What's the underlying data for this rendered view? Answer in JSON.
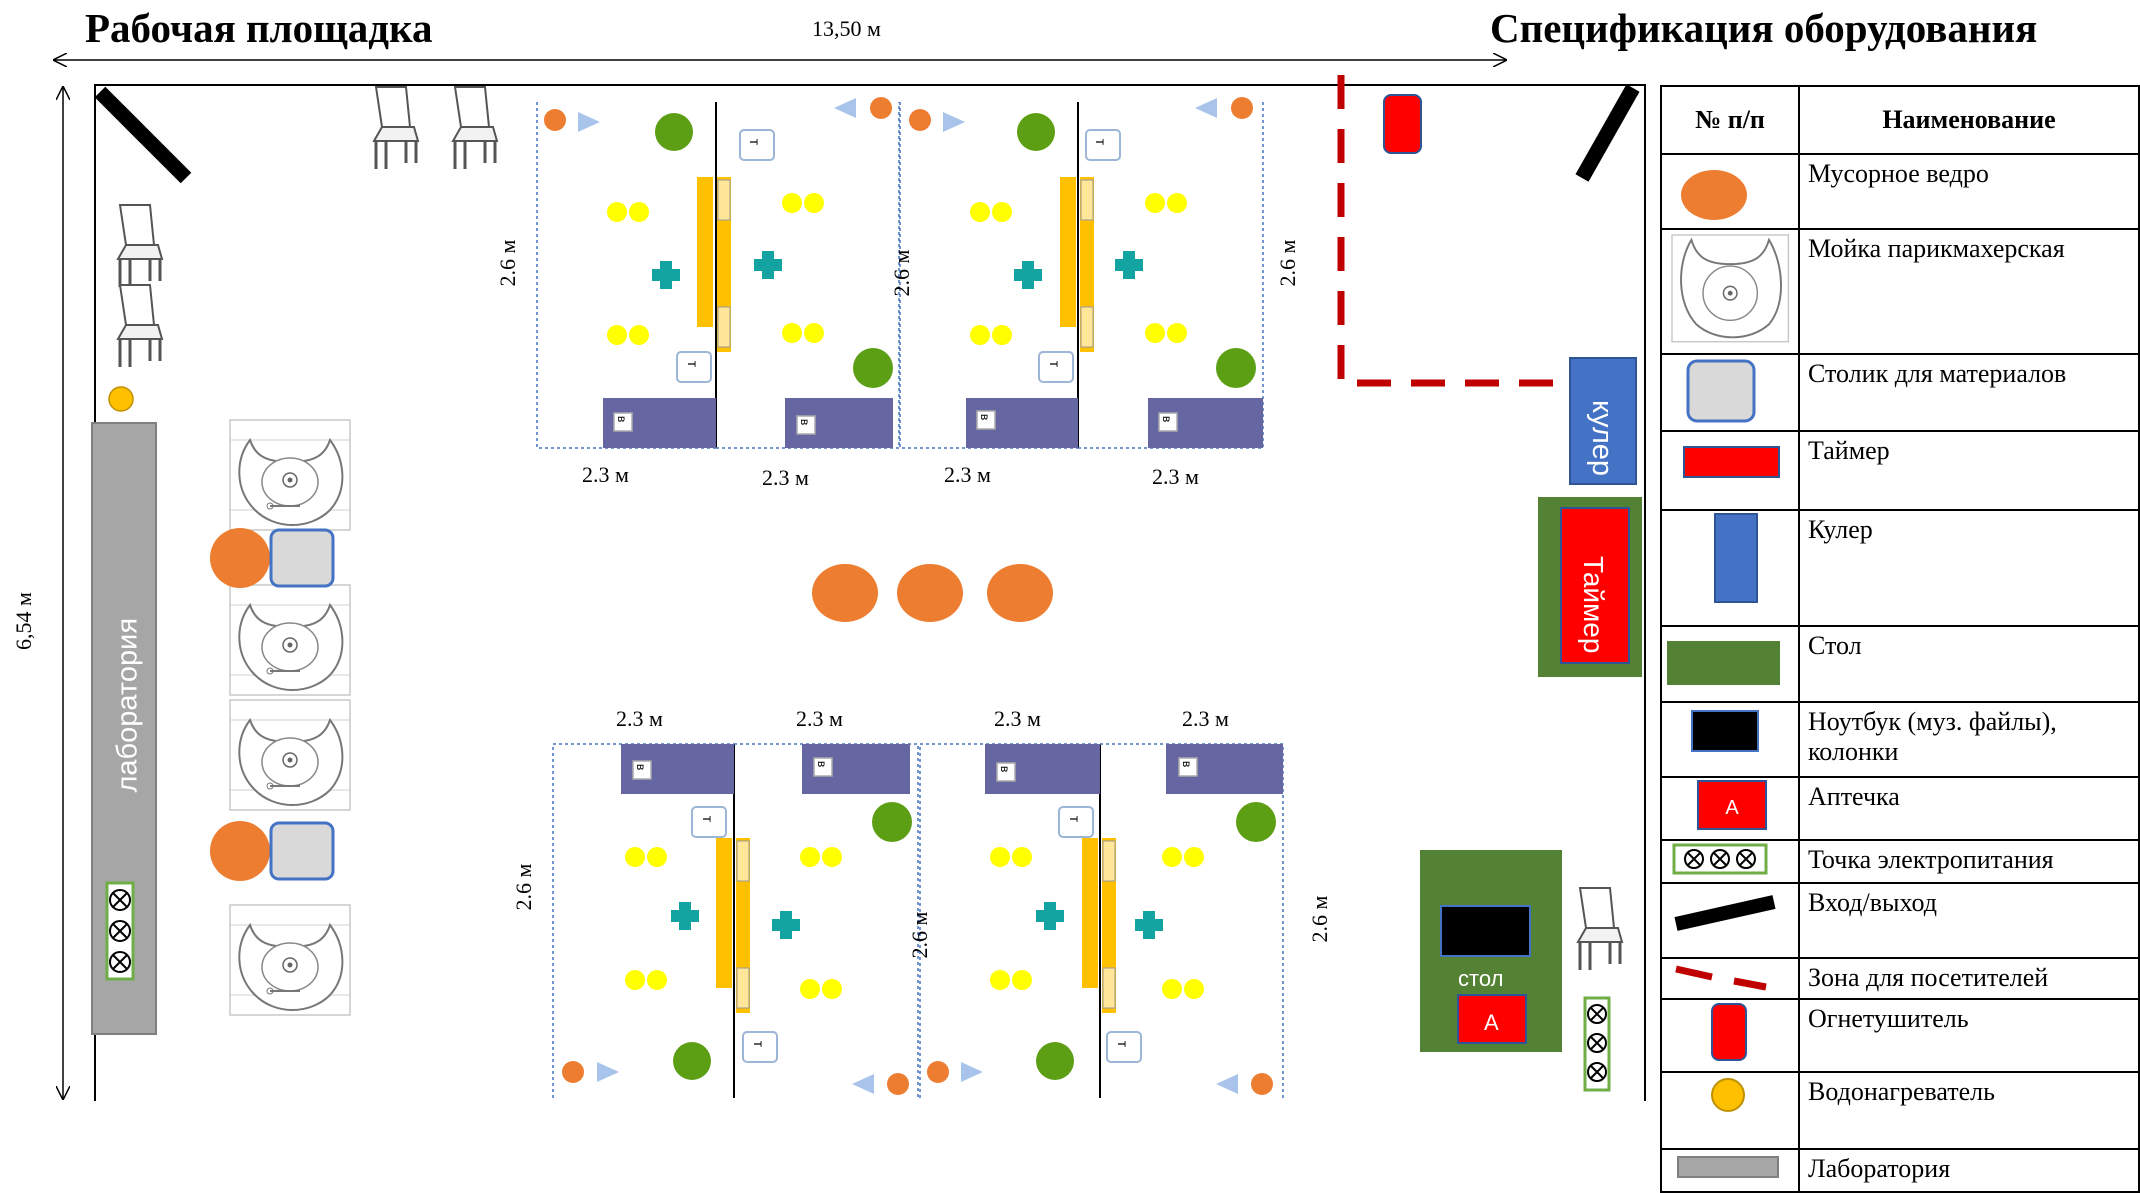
{
  "title_left": "Рабочая площадка",
  "title_right": "Спецификация оборудования",
  "dims": {
    "width": "13,50 м",
    "height": "6,54 м",
    "seg": "2.3 м",
    "depth": "2.6 м"
  },
  "labels": {
    "lab": "лаборатория",
    "cooler": "кулер",
    "timer": "Таймер",
    "table": "стол",
    "first_aid": "А",
    "table_t": "т",
    "table_v": "в"
  },
  "legend": {
    "header_num": "№ п/п",
    "header_name": "Наименование",
    "rows": [
      {
        "icon": "trash-bin-icon",
        "name": "Мусорное ведро"
      },
      {
        "icon": "hair-wash-sink-icon",
        "name": "Мойка парикмахерская"
      },
      {
        "icon": "materials-table-icon",
        "name": "Столик для материалов"
      },
      {
        "icon": "timer-icon",
        "name": "Таймер"
      },
      {
        "icon": "cooler-icon",
        "name": "Кулер"
      },
      {
        "icon": "table-icon",
        "name": "Стол"
      },
      {
        "icon": "laptop-icon",
        "name": "Ноутбук (муз. файлы), колонки"
      },
      {
        "icon": "first-aid-icon",
        "name": "Аптечка"
      },
      {
        "icon": "power-point-icon",
        "name": "Точка электропитания"
      },
      {
        "icon": "entrance-icon",
        "name": "Вход/выход"
      },
      {
        "icon": "visitor-zone-icon",
        "name": "Зона для посетителей"
      },
      {
        "icon": "fire-extinguisher-icon",
        "name": "Огнетушитель"
      },
      {
        "icon": "water-heater-icon",
        "name": "Водонагреватель"
      },
      {
        "icon": "laboratory-icon",
        "name": "Лаборатория"
      }
    ]
  },
  "colors": {
    "trash": "#ED7D31",
    "blue": "#4472C4",
    "green": "#548235",
    "red": "#FF0000",
    "yellow": "#FFC000",
    "purple": "#6666A3",
    "teal": "#13A3A0",
    "dotyellow": "#FFFF00",
    "olive": "#5C9E14"
  }
}
